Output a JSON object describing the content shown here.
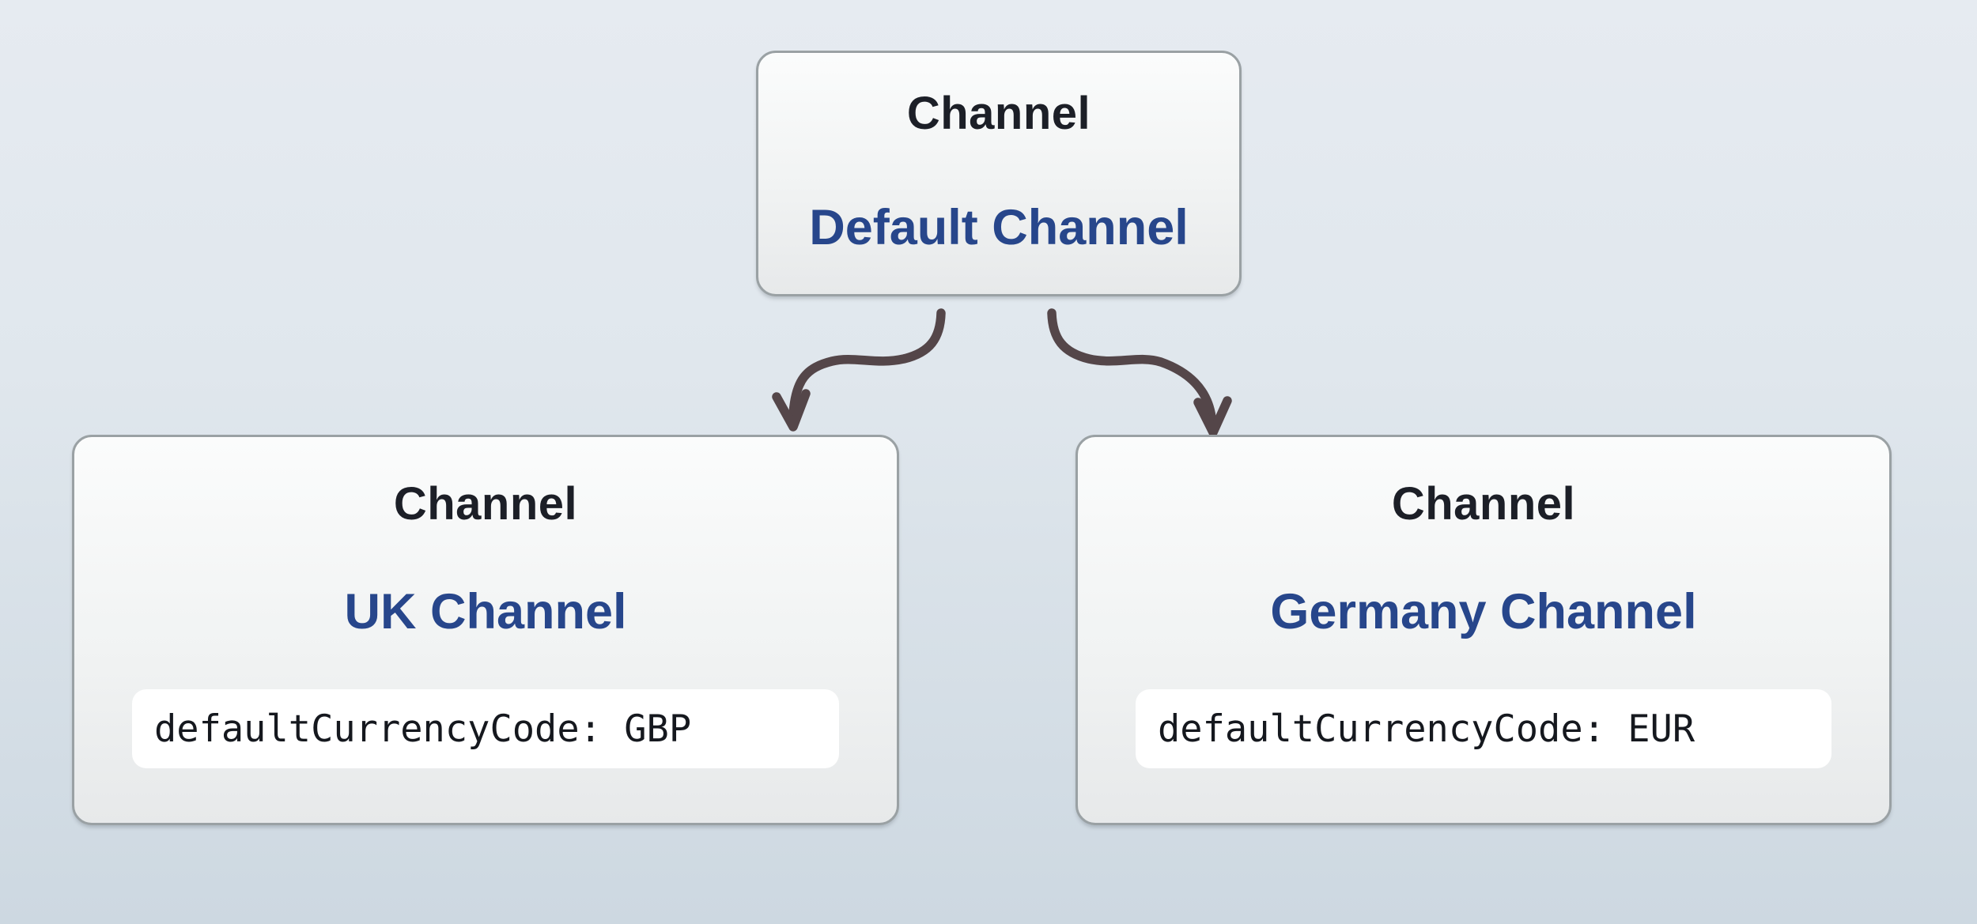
{
  "colors": {
    "background_top": "#e6ebf1",
    "background_bottom": "#cdd8e1",
    "node_border": "#9aa1a4",
    "node_fill_top": "#fbfcfc",
    "node_fill_bottom": "#e7e9ea",
    "type_label_color": "#1c1f27",
    "name_color": "#27468b",
    "code_pill_background": "#ffffff",
    "code_text_color": "#15181e",
    "arrow_color": "#544649"
  },
  "nodes": {
    "root": {
      "type_label": "Channel",
      "name": "Default Channel"
    },
    "uk": {
      "type_label": "Channel",
      "name": "UK Channel",
      "code": "defaultCurrencyCode: GBP"
    },
    "germany": {
      "type_label": "Channel",
      "name": "Germany Channel",
      "code": "defaultCurrencyCode: EUR"
    }
  },
  "edges": [
    {
      "from": "Default Channel",
      "to": "UK Channel"
    },
    {
      "from": "Default Channel",
      "to": "Germany Channel"
    }
  ]
}
